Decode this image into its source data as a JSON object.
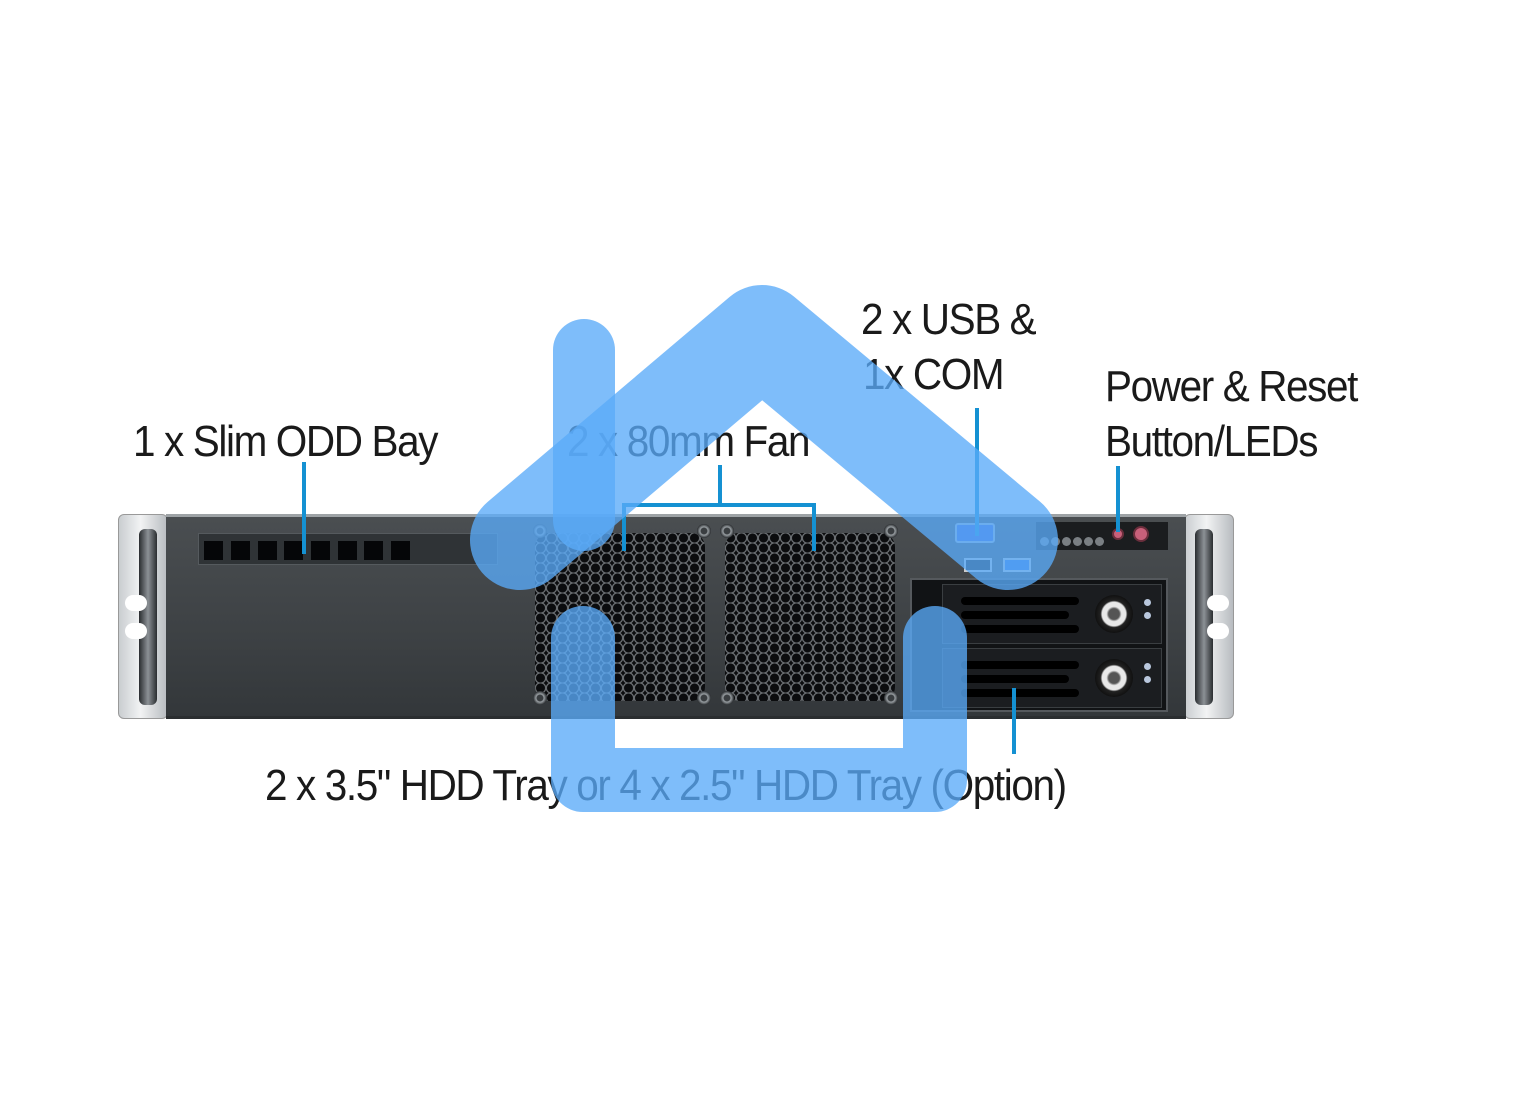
{
  "diagram": {
    "subject": "2U rackmount server chassis front view",
    "labels": {
      "odd": "1 x Slim ODD Bay",
      "fan": "2 x 80mm Fan",
      "usb_line1": "2 x USB &",
      "usb_line2": "1x COM",
      "power_line1": "Power & Reset",
      "power_line2": "Button/LEDs",
      "hdd": "2 x 3.5\" HDD Tray or 4 x 2.5\" HDD Tray (Option)"
    },
    "colors": {
      "leader_line": "#1591d2",
      "house_overlay": "#5aaaf8",
      "chassis": "#3d4144",
      "text": "#1a1a1a"
    },
    "overlay": {
      "icon": "home-icon",
      "opacity": 0.75
    }
  }
}
